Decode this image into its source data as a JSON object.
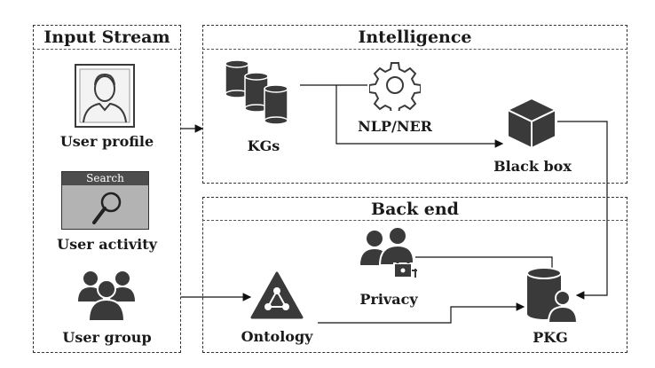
{
  "sections": {
    "input_stream": "Input Stream",
    "intelligence": "Intelligence",
    "back_end": "Back end"
  },
  "inputs": {
    "user_profile": "User profile",
    "user_activity": "User activity",
    "search_bar": "Search",
    "user_group": "User group"
  },
  "intelligence": {
    "kgs": "KGs",
    "nlp_ner": "NLP/NER",
    "black_box": "Black box"
  },
  "back_end": {
    "privacy": "Privacy",
    "ontology": "Ontology",
    "pkg": "PKG"
  },
  "colors": {
    "icon_dark": "#3a3a3a",
    "search_header": "#4d4d4d",
    "search_body": "#b3b3b3"
  }
}
